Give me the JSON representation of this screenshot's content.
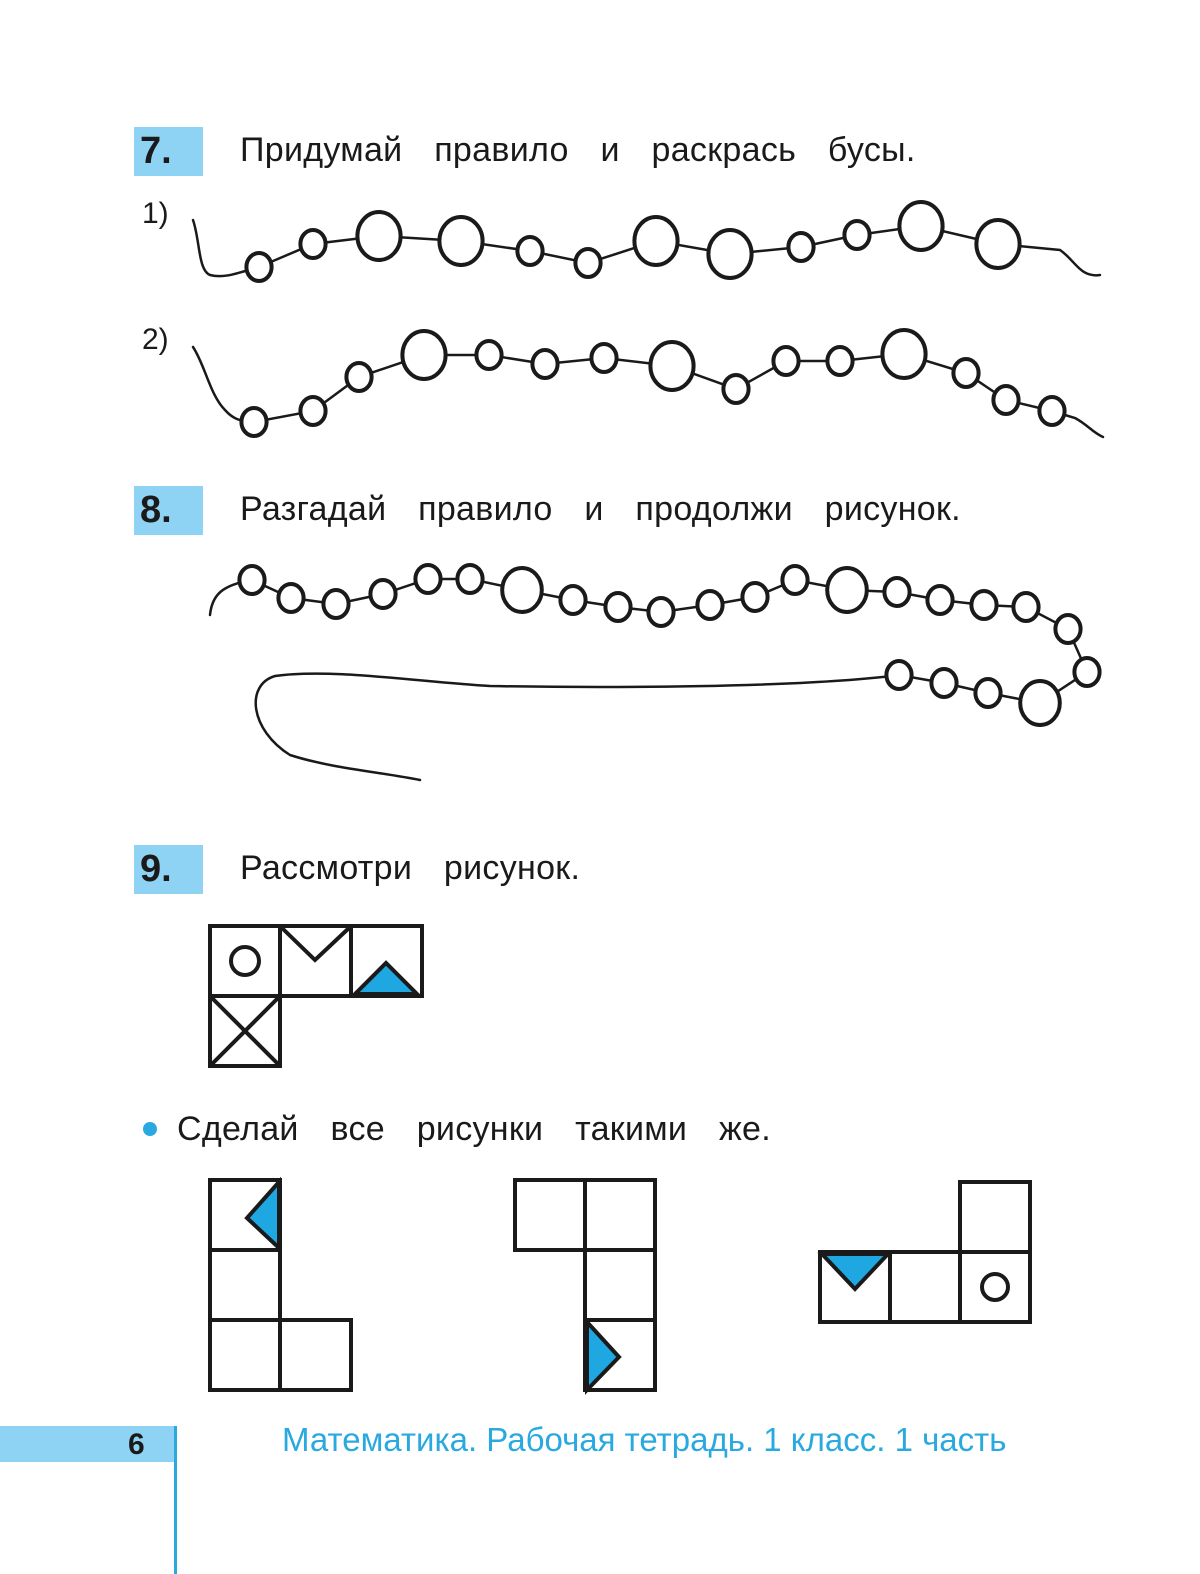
{
  "tasks": [
    {
      "number": "7.",
      "text": "Придумай правило и раскрась бусы.",
      "items": [
        "1)",
        "2)"
      ]
    },
    {
      "number": "8.",
      "text": "Разгадай правило и продолжи рисунок."
    },
    {
      "number": "9.",
      "text": "Рассмотри рисунок.",
      "instruction": "Сделай все рисунки такими же."
    }
  ],
  "colors": {
    "accent": "#29a9e0",
    "badge": "#8fd3f4",
    "fill": "#1ea7e1"
  },
  "footer": {
    "page_number": "6",
    "title": "Математика. Рабочая тетрадь. 1 класс. 1 часть"
  }
}
